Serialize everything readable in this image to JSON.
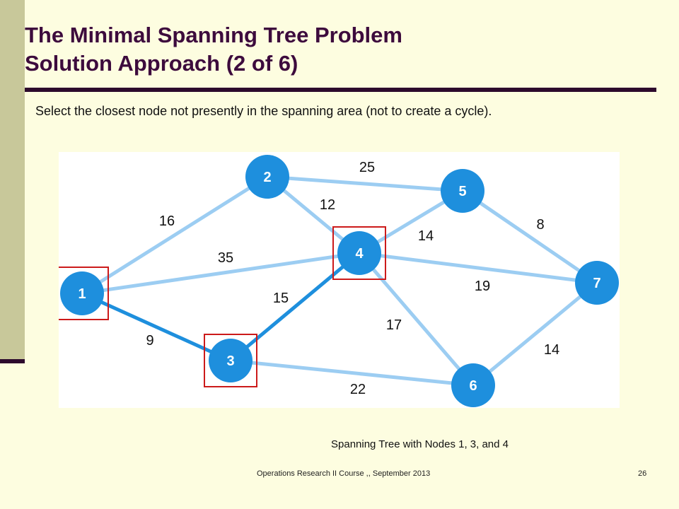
{
  "slide": {
    "title_line1": "The Minimal Spanning Tree Problem",
    "title_line2": "Solution Approach (2 of 6)",
    "subtitle": "Select the closest node not presently in the spanning area (not to create a cycle).",
    "caption": "Spanning Tree with Nodes 1, 3, and 4",
    "footer": "Operations Research II Course ,, September 2013",
    "page_number": "26"
  },
  "colors": {
    "background": "#fdfde0",
    "title": "#3d0b3d",
    "rule": "#2d0a2d",
    "left_bar": "#c8c89a",
    "node_fill": "#1e8fdd",
    "edge_normal": "#9ccdf2",
    "edge_selected": "#1e8fdd",
    "highlight_box": "#cc1a1a"
  },
  "graph": {
    "nodes": [
      {
        "id": "1",
        "label": "1",
        "selected": true
      },
      {
        "id": "2",
        "label": "2",
        "selected": false
      },
      {
        "id": "3",
        "label": "3",
        "selected": true
      },
      {
        "id": "4",
        "label": "4",
        "selected": true
      },
      {
        "id": "5",
        "label": "5",
        "selected": false
      },
      {
        "id": "6",
        "label": "6",
        "selected": false
      },
      {
        "id": "7",
        "label": "7",
        "selected": false
      }
    ],
    "edges": [
      {
        "from": "1",
        "to": "2",
        "weight": "16",
        "in_tree": false
      },
      {
        "from": "1",
        "to": "4",
        "weight": "35",
        "in_tree": false
      },
      {
        "from": "1",
        "to": "3",
        "weight": "9",
        "in_tree": true
      },
      {
        "from": "3",
        "to": "4",
        "weight": "15",
        "in_tree": true
      },
      {
        "from": "2",
        "to": "5",
        "weight": "25",
        "in_tree": false
      },
      {
        "from": "2",
        "to": "4",
        "weight": "12",
        "in_tree": false
      },
      {
        "from": "4",
        "to": "5",
        "weight": "14",
        "in_tree": false
      },
      {
        "from": "5",
        "to": "7",
        "weight": "8",
        "in_tree": false
      },
      {
        "from": "4",
        "to": "7",
        "weight": "19",
        "in_tree": false
      },
      {
        "from": "4",
        "to": "6",
        "weight": "17",
        "in_tree": false
      },
      {
        "from": "3",
        "to": "6",
        "weight": "22",
        "in_tree": false
      },
      {
        "from": "6",
        "to": "7",
        "weight": "14",
        "in_tree": false
      }
    ]
  }
}
